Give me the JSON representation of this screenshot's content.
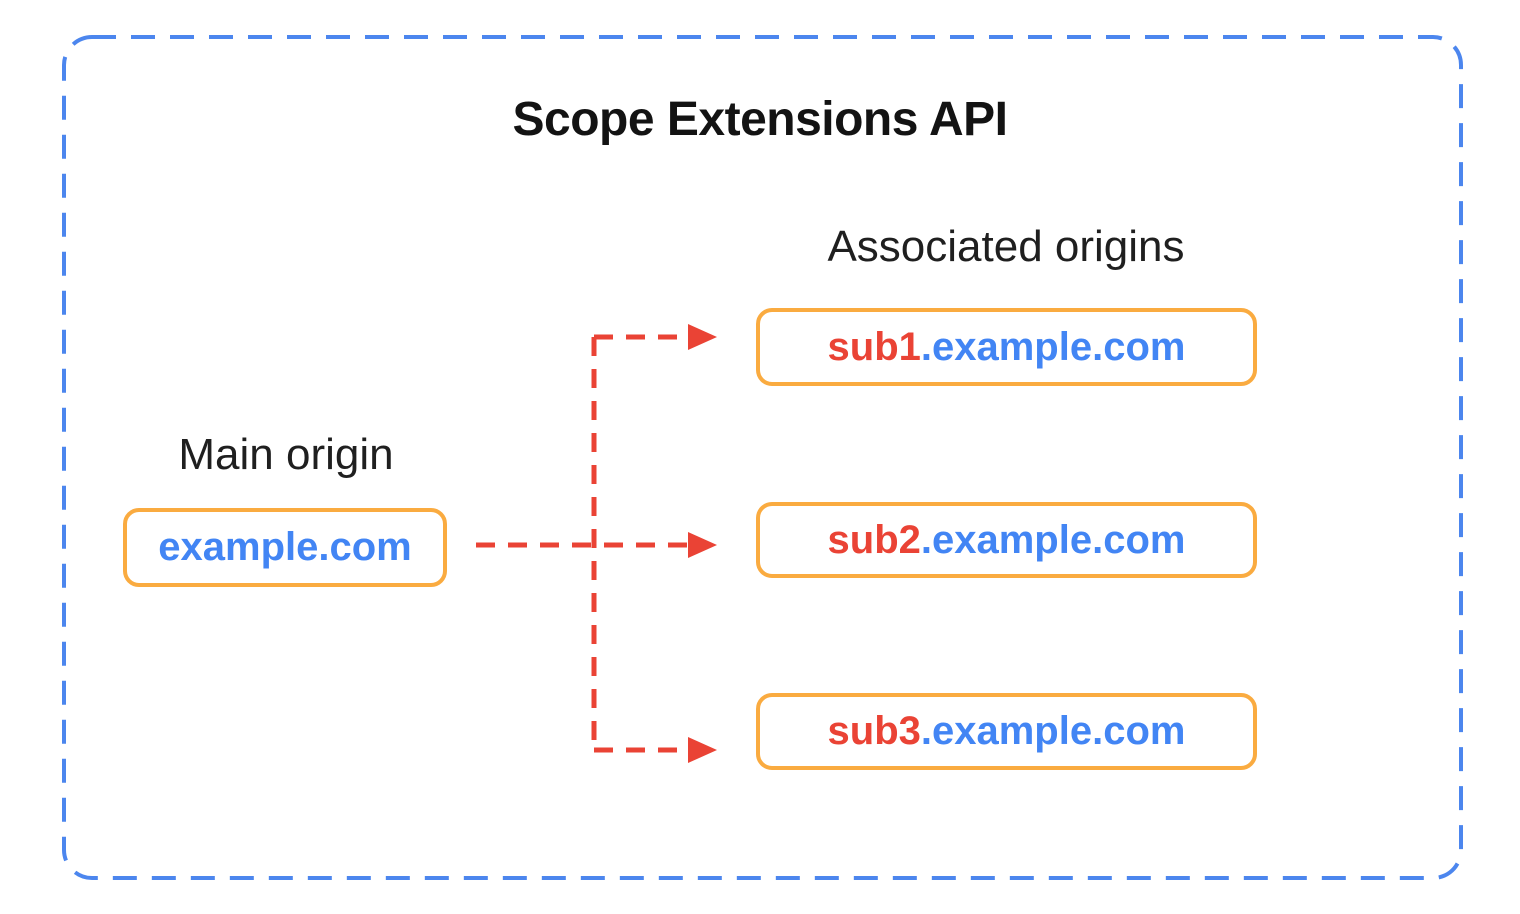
{
  "diagram": {
    "title": "Scope Extensions API",
    "main_origin": {
      "label": "Main origin",
      "domain": "example.com"
    },
    "associated_origins": {
      "label": "Associated origins",
      "items": [
        {
          "subdomain": "sub1",
          "domain": ".example.com"
        },
        {
          "subdomain": "sub2",
          "domain": ".example.com"
        },
        {
          "subdomain": "sub3",
          "domain": ".example.com"
        }
      ]
    },
    "connections": [
      {
        "from": "example.com",
        "to": "sub1.example.com",
        "style": "dashed-arrow"
      },
      {
        "from": "example.com",
        "to": "sub2.example.com",
        "style": "dashed-arrow"
      },
      {
        "from": "example.com",
        "to": "sub3.example.com",
        "style": "dashed-arrow"
      }
    ],
    "colors": {
      "background": "#FFFFFF",
      "container_border_blue": "#4C86EE",
      "box_border_orange": "#FAAB40",
      "domain_text_blue": "#4285F4",
      "subdomain_text_red": "#EA4335",
      "arrow_red": "#EA4335",
      "title_text": "#131313",
      "label_text": "#1F1F1F"
    }
  }
}
